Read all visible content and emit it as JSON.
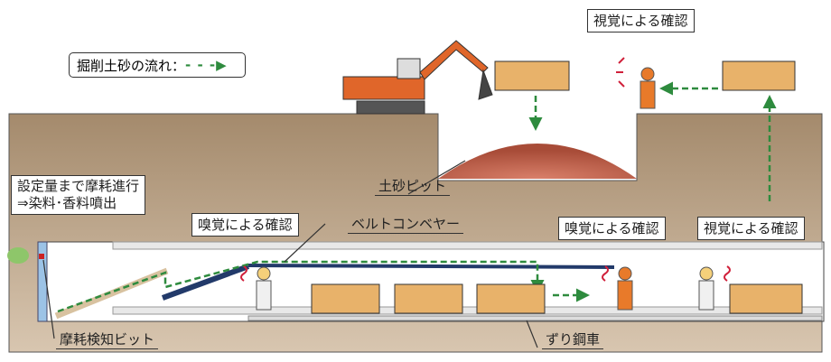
{
  "legend": {
    "label": "掘削土砂の流れ：",
    "arrow_color": "#2e8b3e"
  },
  "labels": {
    "visual_top": "視覚による確認",
    "soil_pit": "土砂ピット",
    "wear_progress_line1": "設定量まで摩耗進行",
    "wear_progress_line2": "⇒染料･香料噴出",
    "smell_left": "嗅覚による確認",
    "belt_conveyor": "ベルトコンベヤー",
    "smell_right": "嗅覚による確認",
    "visual_right": "視覚による確認",
    "wear_detect_bit": "摩耗検知ビット",
    "muck_car": "ずり鋼車"
  },
  "colors": {
    "ground": "#b89e80",
    "mound": "#b85a44",
    "excavator": "#e0662a",
    "flow": "#2e8b3e",
    "alert": "#d0203a"
  }
}
